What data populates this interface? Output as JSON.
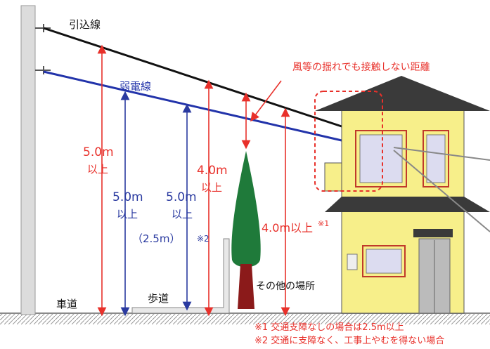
{
  "labels": {
    "service_line": "引込線",
    "weak_line": "弱電線",
    "no_contact_note": "風等の揺れでも接触しない距離",
    "road": "車道",
    "sidewalk": "歩道",
    "other_place": "その他の場所"
  },
  "dimensions": {
    "road_service_value": "5.0m",
    "road_service_suffix": "以上",
    "road_weak_value": "5.0m",
    "road_weak_suffix": "以上",
    "sidewalk_weak_value": "5.0m",
    "sidewalk_weak_suffix": "以上",
    "sidewalk_alt": "（2.5m）",
    "sidewalk_alt_note": "※2",
    "sidewalk_service_value": "4.0m",
    "sidewalk_service_suffix": "以上",
    "other_place_value": "4.0m以上",
    "other_place_note": "※1"
  },
  "footnotes": {
    "note1": "※1 交通支障なしの場合は2.5m以上",
    "note2": "※2 交通に支障なく、工事上やむを得ない場合"
  },
  "colors": {
    "service_line": "#111111",
    "weak_line": "#2233aa",
    "red_dim": "#e8302a",
    "blue_dim": "#2a3aa0",
    "house_wall": "#f7ef8a",
    "roof": "#3a3a3a",
    "window_frame": "#c0392b",
    "window_glass": "#dcdcf0",
    "tree_green": "#1f7a3a",
    "tree_trunk": "#8b1a1a",
    "ground": "#9a9a9a",
    "pole": "#dcdcdc"
  }
}
